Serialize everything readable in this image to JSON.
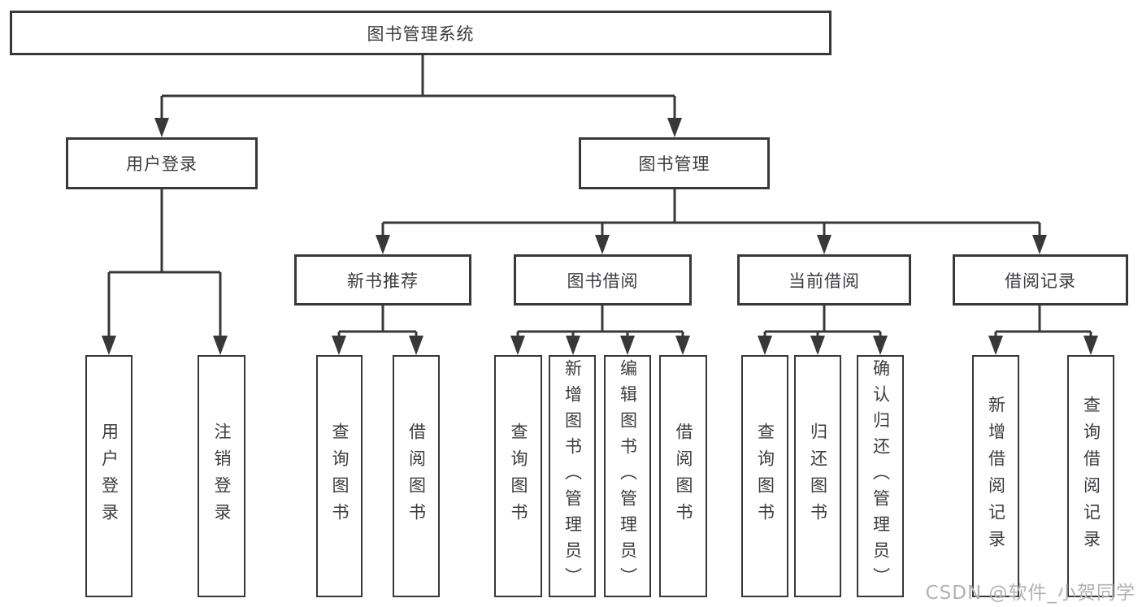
{
  "nodes": {
    "root": "图书管理系统",
    "user_login": "用户登录",
    "book_mgmt": "图书管理",
    "new_book_rec": "新书推荐",
    "book_borrow": "图书借阅",
    "current_borrow": "当前借阅",
    "borrow_records": "借阅记录",
    "ul_user_login": "用户登录",
    "ul_logout": "注销登录",
    "nb_query_book": "查询图书",
    "nb_borrow_book": "借阅图书",
    "bb_query_book": "查询图书",
    "bb_add_book": "新增图书（管理员）",
    "bb_edit_book": "编辑图书（管理员）",
    "bb_borrow_book": "借阅图书",
    "cb_query_book": "查询图书",
    "cb_return_book": "归还图书",
    "cb_confirm_return": "确认归还（管理员）",
    "br_add_record": "新增借阅记录",
    "br_query_record": "查询借阅记录"
  },
  "watermark": "CSDN @软件_小贺同学",
  "colors": {
    "line": "#383838",
    "text": "#3c3c40",
    "watermark": "#b2b2b2",
    "background": "#ffffff"
  }
}
